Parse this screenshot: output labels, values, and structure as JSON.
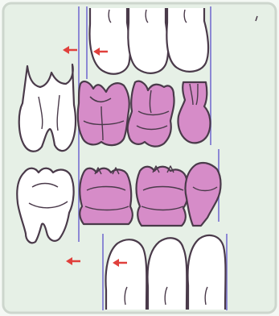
{
  "colors": {
    "page": "#f4f8f4",
    "paper": "#e6f0e6",
    "enamel": "#ffffff",
    "outline": "#4a3a4a",
    "pink_fill": "#d68cc8",
    "pink_light": "#e8b8dc",
    "guide_line": "#8c88d4",
    "arrow_red": "#e0403c"
  },
  "icons": {
    "marker_arrow": "red-arrow-icon"
  },
  "figure": {
    "upper_arch": {
      "teeth": [
        "incisor",
        "incisor",
        "incisor"
      ]
    },
    "middle_row": {
      "teeth": [
        "molar-root",
        "molar-pink",
        "molar-pink",
        "premolar-pink"
      ]
    },
    "lower_row": {
      "teeth": [
        "molar-white",
        "molar-pink",
        "molar-pink",
        "premolar-pink"
      ]
    },
    "lower_arch": {
      "teeth": [
        "incisor",
        "incisor",
        "incisor"
      ]
    }
  }
}
